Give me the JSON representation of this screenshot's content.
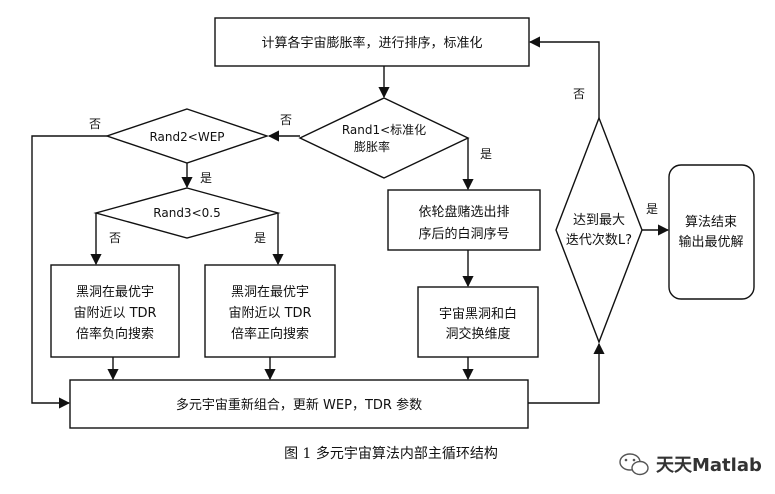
{
  "nodes": {
    "compute": "计算各宇宙膨胀率，进行排序，标准化",
    "rand1_l1": "Rand1<标准化",
    "rand1_l2": "膨胀率",
    "rand2": "Rand2<WEP",
    "rand3": "Rand3<0.5",
    "roulette_l1": "依轮盘赌选出排",
    "roulette_l2": "序后的白洞序号",
    "exchange_l1": "宇宙黑洞和白",
    "exchange_l2": "洞交换维度",
    "neg_l1": "黑洞在最优宇",
    "neg_l2": "宙附近以 TDR",
    "neg_l3": "倍率负向搜索",
    "pos_l1": "黑洞在最优宇",
    "pos_l2": "宙附近以 TDR",
    "pos_l3": "倍率正向搜索",
    "recombine": "多元宇宙重新组合，更新 WEP，TDR 参数",
    "maxiter_l1": "达到最大",
    "maxiter_l2": "迭代次数L?",
    "end_l1": "算法结束",
    "end_l2": "输出最优解"
  },
  "edges": {
    "rand1_no": "否",
    "rand1_yes": "是",
    "rand2_no": "否",
    "rand2_yes": "是",
    "rand3_no": "否",
    "rand3_yes": "是",
    "maxiter_no": "否",
    "maxiter_yes": "是"
  },
  "caption": "图 1 多元宇宙算法内部主循环结构",
  "watermark": "天天Matlab",
  "watermark_icon": "wechat-icon"
}
